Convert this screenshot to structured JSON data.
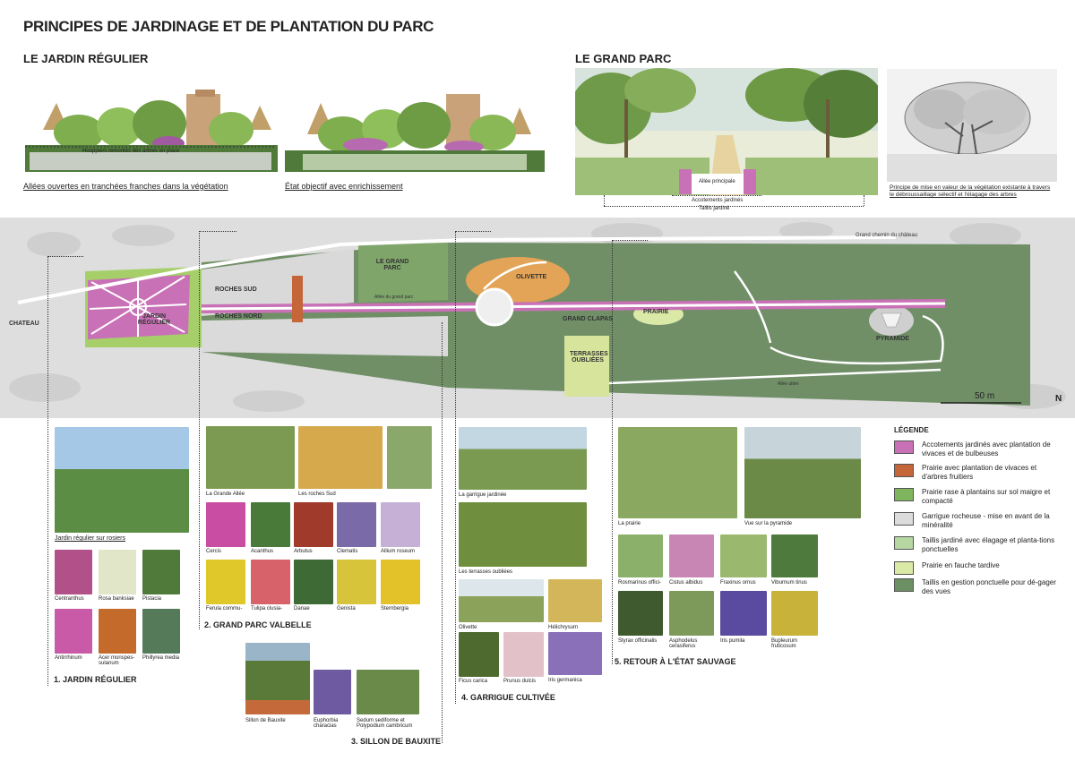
{
  "title": "PRINCIPES DE JARDINAGE ET DE PLANTATION DU PARC",
  "jardin_regulier": {
    "heading": "LE JARDIN RÉGULIER",
    "sketch_note": "Houppiers remontés des arbres en place",
    "caption1": "Allées ouvertes en tranchées franches dans la végétation",
    "caption2": "État objectif avec enrichissement"
  },
  "grand_parc": {
    "heading": "LE GRAND PARC",
    "allee": "Allée principale",
    "accotements": "Accotements jardinés",
    "taillis": "Taillis jardiné",
    "caption": "Principe de mise en valeur de la végétation existante à travers le débroussaillage sélectif et l'élagage des arbres"
  },
  "map": {
    "chateau": "CHATEAU",
    "jardin": "JARDIN RÉGULIER",
    "roches_sud": "ROCHES SUD",
    "roches_nord": "ROCHES NORD",
    "grand_parc": "LE GRAND PARC",
    "allee_grand_parc": "Allée du grand parc",
    "olivette": "OLIVETTE",
    "grand_clapas": "GRAND CLAPAS",
    "prairie": "PRAIRIE",
    "terrasses": "TERRASSES OUBLIÉES",
    "pyramide": "PYRAMIDE",
    "chemin": "Grand chemin du château",
    "allee_ultee": "Allée ultée",
    "scale": "50 m",
    "north": "N"
  },
  "sections": {
    "s1": {
      "label": "1. JARDIN RÉGULIER",
      "main": "Jardin régulier sur rosiers",
      "plants": [
        "Centranthus",
        "Rosa banksiae",
        "Pistacia",
        "Antirrhinum",
        "Acer monspes-sulanum",
        "Phillyrea media"
      ]
    },
    "s2": {
      "label": "2. GRAND PARC VALBELLE",
      "photos": [
        "La Grande Allée",
        "Les roches Sud"
      ],
      "plants": [
        "Cercis",
        "Acanthus",
        "Arbutus",
        "Clematis",
        "Allium roseum",
        "Ferula commu-",
        "Tulipa clusia-",
        "Danae",
        "Genista",
        "Sternbergia"
      ]
    },
    "s3": {
      "label": "3. SILLON DE BAUXITE",
      "plants": [
        "Sillon de Bauxite",
        "Euphorbia characias",
        "Sedum sediforme et Polypodium cambricum"
      ]
    },
    "s4": {
      "label": "4. GARRIGUE CULTIVÉE",
      "photos": [
        "La garrigue jardinée",
        "Les terrasses oubliées"
      ],
      "plants": [
        "Olivette",
        "Hélichrysum",
        "Ficus carica",
        "Prunus dulcis",
        "Iris germanica"
      ]
    },
    "s5": {
      "label": "5. RETOUR À L'ÉTAT SAUVAGE",
      "photos": [
        "La prairie",
        "Vue sur la pyramide"
      ],
      "plants": [
        "Rosmarinus offici-",
        "Cistus albidus",
        "Fraxinus ornus",
        "Viburnum tinus",
        "Styrax officinalis",
        "Asphodelus cerasiferus",
        "Iris pumila",
        "Bupleurum fruticosum"
      ]
    }
  },
  "legend": {
    "title": "LÉGENDE",
    "items": [
      {
        "text": "Accotements jardinés avec plantation de vivaces et de bulbeuses",
        "color": "#c971b6"
      },
      {
        "text": "Prairie avec plantation de vivaces et d'arbres fruitiers",
        "color": "#c4653a"
      },
      {
        "text": "Prairie rase à plantains sur sol maigre et compacté",
        "color": "#7fb55e"
      },
      {
        "text": "Garrigue rocheuse - mise en avant de la minéralité",
        "color": "#dcdcdc"
      },
      {
        "text": "Taillis jardiné avec élagage et planta-tions ponctuelles",
        "color": "#b6d6a2"
      },
      {
        "text": "Prairie en fauche tardive",
        "color": "#dbe9a7"
      },
      {
        "text": "Taillis en gestion ponctuelle pour dé-gager des vues",
        "color": "#6c8f64"
      }
    ]
  }
}
